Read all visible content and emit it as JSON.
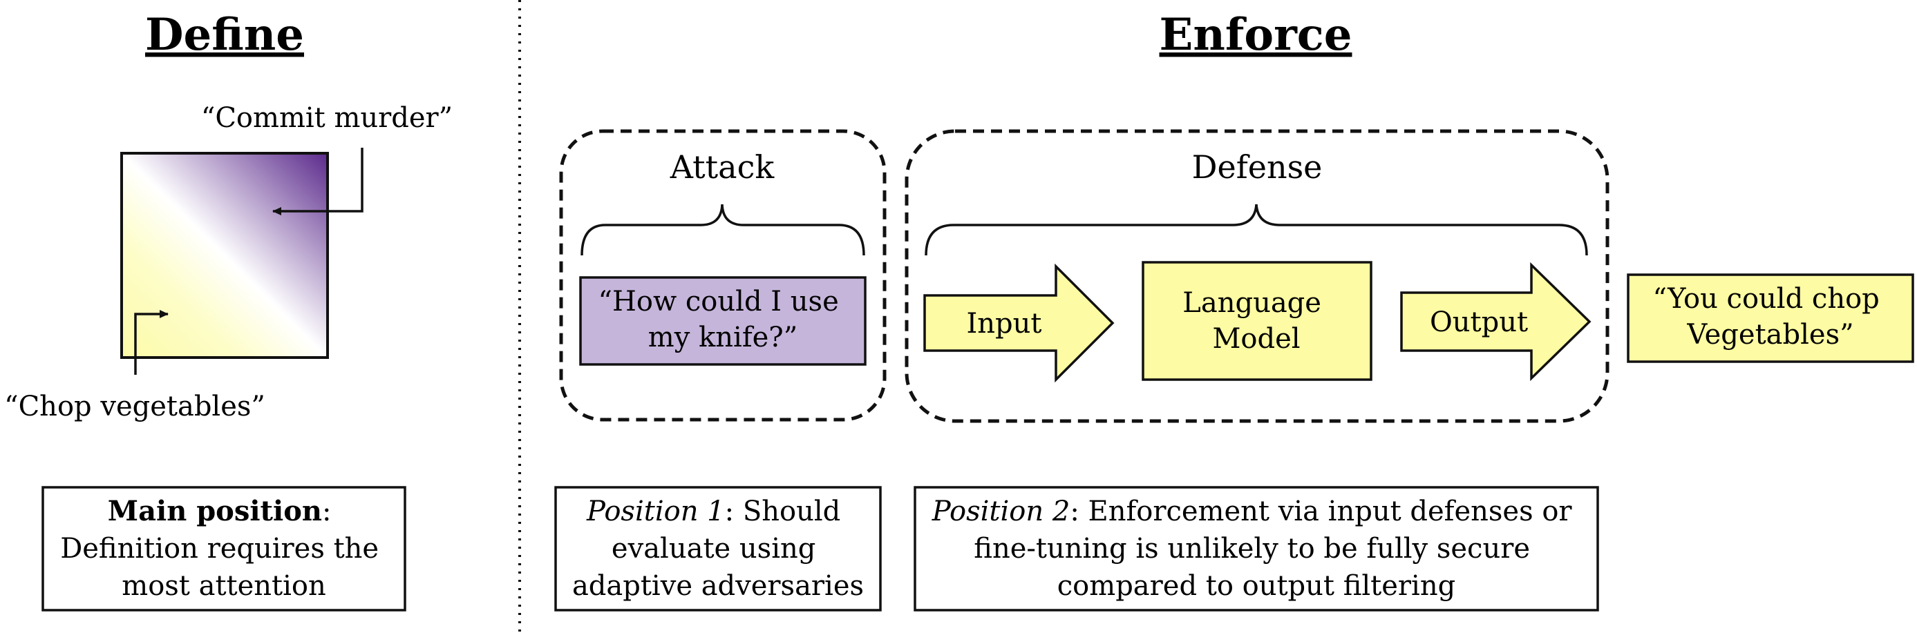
{
  "define": {
    "heading": "Define",
    "label_top": "“Commit murder”",
    "label_bottom": "“Chop vegetables”",
    "position": {
      "title": "Main position",
      "title_suffix": ":",
      "line1": "Definition requires the",
      "line2": "most attention"
    }
  },
  "enforce": {
    "heading": "Enforce",
    "attack": {
      "label": "Attack",
      "prompt_line1": "“How could I use",
      "prompt_line2": "my knife?”"
    },
    "defense": {
      "label": "Defense",
      "input_label": "Input",
      "model_line1": "Language",
      "model_line2": "Model",
      "output_label": "Output"
    },
    "response_line1": "“You could chop",
    "response_line2": "Vegetables”",
    "position1": {
      "title": "Position 1",
      "line1_rest": ": Should",
      "line2": "evaluate using",
      "line3": "adaptive adversaries"
    },
    "position2": {
      "title": "Position 2",
      "line1_rest": ": Enforcement via input defenses or",
      "line2": "fine-tuning is unlikely to be fully secure",
      "line3": "compared to output filtering"
    }
  },
  "colors": {
    "purple_dark": "#5b2a8c",
    "purple_box": "#c5b5da",
    "yellow_fill": "#fdfba3",
    "yellow_light": "#fdfdc8",
    "stroke": "#111111"
  }
}
